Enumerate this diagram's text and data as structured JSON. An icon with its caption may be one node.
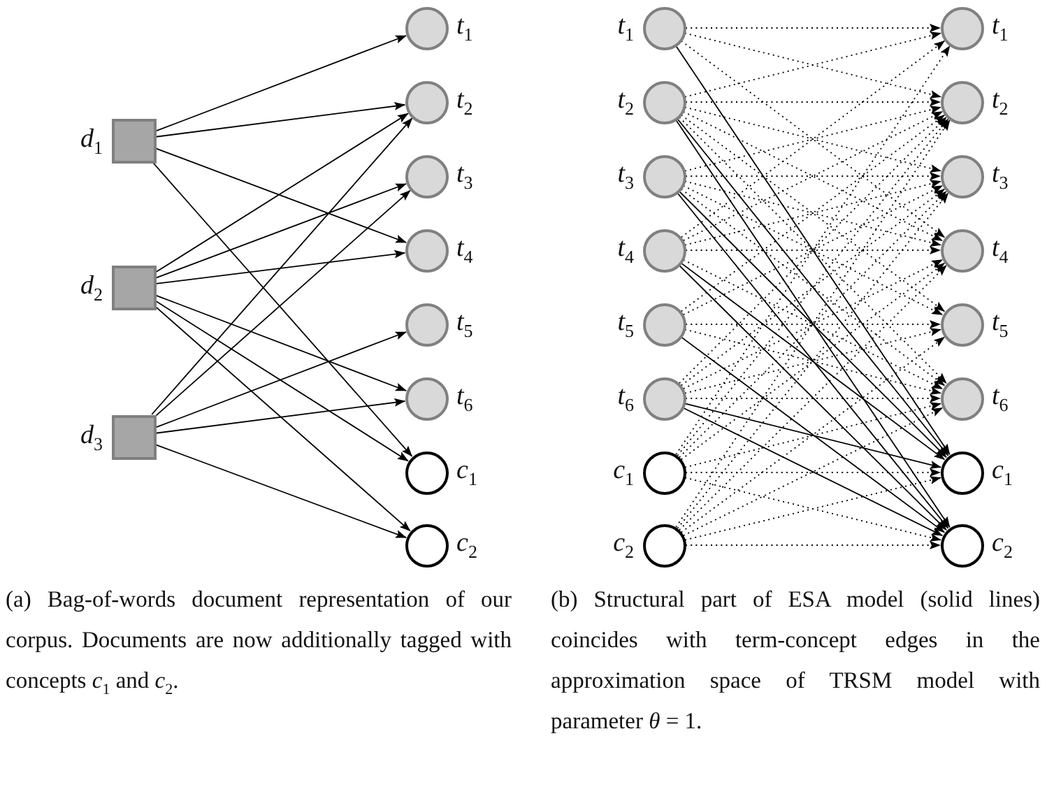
{
  "diagram": {
    "nodes": [
      {
        "text": [
          "d$_{1}$"
        ]
      },
      {
        "text": [
          "d$_{2}$"
        ]
      },
      {
        "text": [
          "d$_{3}$"
        ]
      },
      {
        "text": [
          "t$_{1}$"
        ]
      },
      {
        "text": [
          "t$_{2}$"
        ]
      },
      {
        "text": [
          "t$_{3}$"
        ]
      },
      {
        "text": [
          "t$_{4}$"
        ]
      },
      {
        "text": [
          "t$_{5}$"
        ]
      },
      {
        "text": [
          "t$_{6}$"
        ]
      },
      {
        "text": [
          "c$_{1}$"
        ]
      },
      {
        "text": [
          "c$_{2}$"
        ]
      },
      {
        "text": [
          "t$_{1}$"
        ]
      },
      {
        "text": [
          "t$_{2}$"
        ]
      },
      {
        "text": [
          "t$_{3}$"
        ]
      },
      {
        "text": [
          "t$_{4}$"
        ]
      },
      {
        "text": [
          "t$_{5}$"
        ]
      },
      {
        "text": [
          "t$_{6}$"
        ]
      },
      {
        "text": [
          "c$_{1}$"
        ]
      },
      {
        "text": [
          "c$_{2}$"
        ]
      },
      {
        "text": [
          "t$_{1}$"
        ]
      },
      {
        "text": [
          "t$_{2}$"
        ]
      },
      {
        "text": [
          "t$_{3}$"
        ]
      },
      {
        "text": [
          "t$_{4}$"
        ]
      },
      {
        "text": [
          "t$_{5}$"
        ]
      },
      {
        "text": [
          "t$_{6}$"
        ]
      },
      {
        "text": [
          "c$_{1}$"
        ]
      },
      {
        "text": [
          "c$_{2}$"
        ]
      }
    ],
    "edges": [
      {
        "from": 0,
        "to": 3,
        "arrow": "to"
      },
      {
        "from": 0,
        "to": 4,
        "arrow": "to"
      },
      {
        "from": 0,
        "to": 6,
        "arrow": "to"
      },
      {
        "from": 0,
        "to": 9,
        "arrow": "to"
      },
      {
        "from": 1,
        "to": 4,
        "arrow": "to"
      },
      {
        "from": 1,
        "to": 5,
        "arrow": "to"
      },
      {
        "from": 1,
        "to": 6,
        "arrow": "to"
      },
      {
        "from": 1,
        "to": 8,
        "arrow": "to"
      },
      {
        "from": 1,
        "to": 9,
        "arrow": "to"
      },
      {
        "from": 1,
        "to": 10,
        "arrow": "to"
      },
      {
        "from": 2,
        "to": 4,
        "arrow": "to"
      },
      {
        "from": 2,
        "to": 5,
        "arrow": "to"
      },
      {
        "from": 2,
        "to": 7,
        "arrow": "to"
      },
      {
        "from": 2,
        "to": 8,
        "arrow": "to"
      },
      {
        "from": 2,
        "to": 10,
        "arrow": "to"
      },
      {
        "from": 11,
        "to": 25,
        "arrow": "to"
      },
      {
        "from": 12,
        "to": 25,
        "arrow": "to"
      },
      {
        "from": 12,
        "to": 26,
        "arrow": "to"
      },
      {
        "from": 13,
        "to": 25,
        "arrow": "to"
      },
      {
        "from": 13,
        "to": 26,
        "arrow": "to"
      },
      {
        "from": 14,
        "to": 25,
        "arrow": "to"
      },
      {
        "from": 14,
        "to": 26,
        "arrow": "to"
      },
      {
        "from": 15,
        "to": 26,
        "arrow": "to"
      },
      {
        "from": 16,
        "to": 25,
        "arrow": "to"
      },
      {
        "from": 16,
        "to": 26,
        "arrow": "to"
      },
      {
        "from": 11,
        "to": 19,
        "arrow": "to",
        "style": "dashed"
      },
      {
        "from": 11,
        "to": 20,
        "arrow": "to",
        "style": "dashed"
      },
      {
        "from": 11,
        "to": 22,
        "arrow": "to",
        "style": "dashed"
      },
      {
        "from": 12,
        "to": 19,
        "arrow": "to",
        "style": "dashed"
      },
      {
        "from": 12,
        "to": 20,
        "arrow": "to",
        "style": "dashed"
      },
      {
        "from": 12,
        "to": 21,
        "arrow": "to",
        "style": "dashed"
      },
      {
        "from": 12,
        "to": 22,
        "arrow": "to",
        "style": "dashed"
      },
      {
        "from": 12,
        "to": 23,
        "arrow": "to",
        "style": "dashed"
      },
      {
        "from": 12,
        "to": 24,
        "arrow": "to",
        "style": "dashed"
      },
      {
        "from": 13,
        "to": 20,
        "arrow": "to",
        "style": "dashed"
      },
      {
        "from": 13,
        "to": 21,
        "arrow": "to",
        "style": "dashed"
      },
      {
        "from": 13,
        "to": 22,
        "arrow": "to",
        "style": "dashed"
      },
      {
        "from": 13,
        "to": 23,
        "arrow": "to",
        "style": "dashed"
      },
      {
        "from": 13,
        "to": 24,
        "arrow": "to",
        "style": "dashed"
      },
      {
        "from": 14,
        "to": 19,
        "arrow": "to",
        "style": "dashed"
      },
      {
        "from": 14,
        "to": 20,
        "arrow": "to",
        "style": "dashed"
      },
      {
        "from": 14,
        "to": 21,
        "arrow": "to",
        "style": "dashed"
      },
      {
        "from": 14,
        "to": 22,
        "arrow": "to",
        "style": "dashed"
      },
      {
        "from": 14,
        "to": 24,
        "arrow": "to",
        "style": "dashed"
      },
      {
        "from": 15,
        "to": 20,
        "arrow": "to",
        "style": "dashed"
      },
      {
        "from": 15,
        "to": 21,
        "arrow": "to",
        "style": "dashed"
      },
      {
        "from": 15,
        "to": 23,
        "arrow": "to",
        "style": "dashed"
      },
      {
        "from": 15,
        "to": 24,
        "arrow": "to",
        "style": "dashed"
      },
      {
        "from": 16,
        "to": 20,
        "arrow": "to",
        "style": "dashed"
      },
      {
        "from": 16,
        "to": 21,
        "arrow": "to",
        "style": "dashed"
      },
      {
        "from": 16,
        "to": 22,
        "arrow": "to",
        "style": "dashed"
      },
      {
        "from": 16,
        "to": 23,
        "arrow": "to",
        "style": "dashed"
      },
      {
        "from": 16,
        "to": 24,
        "arrow": "to",
        "style": "dashed"
      },
      {
        "from": 17,
        "to": 19,
        "arrow": "to",
        "style": "dashed"
      },
      {
        "from": 17,
        "to": 20,
        "arrow": "to",
        "style": "dashed"
      },
      {
        "from": 17,
        "to": 21,
        "arrow": "to",
        "style": "dashed"
      },
      {
        "from": 17,
        "to": 22,
        "arrow": "to",
        "style": "dashed"
      },
      {
        "from": 17,
        "to": 24,
        "arrow": "to",
        "style": "dashed"
      },
      {
        "from": 17,
        "to": 25,
        "arrow": "to",
        "style": "dashed"
      },
      {
        "from": 17,
        "to": 26,
        "arrow": "to",
        "style": "dashed"
      },
      {
        "from": 18,
        "to": 20,
        "arrow": "to",
        "style": "dashed"
      },
      {
        "from": 18,
        "to": 21,
        "arrow": "to",
        "style": "dashed"
      },
      {
        "from": 18,
        "to": 22,
        "arrow": "to",
        "style": "dashed"
      },
      {
        "from": 18,
        "to": 23,
        "arrow": "to",
        "style": "dashed"
      },
      {
        "from": 18,
        "to": 24,
        "arrow": "to",
        "style": "dashed"
      },
      {
        "from": 18,
        "to": 25,
        "arrow": "to",
        "style": "dashed"
      },
      {
        "from": 18,
        "to": 26,
        "arrow": "to",
        "style": "dashed"
      }
    ],
    "labels": [
      "(a) Bag-of-words document representation of our corpus. Documents are now additionally tagged with concepts *c*$_{1}$ and *c*$_{2}$.",
      "(b) Structural part of ESA model (solid lines) coincides with term-concept edges in the approximation space of TRSM model with parameter *θ* = 1."
    ]
  }
}
